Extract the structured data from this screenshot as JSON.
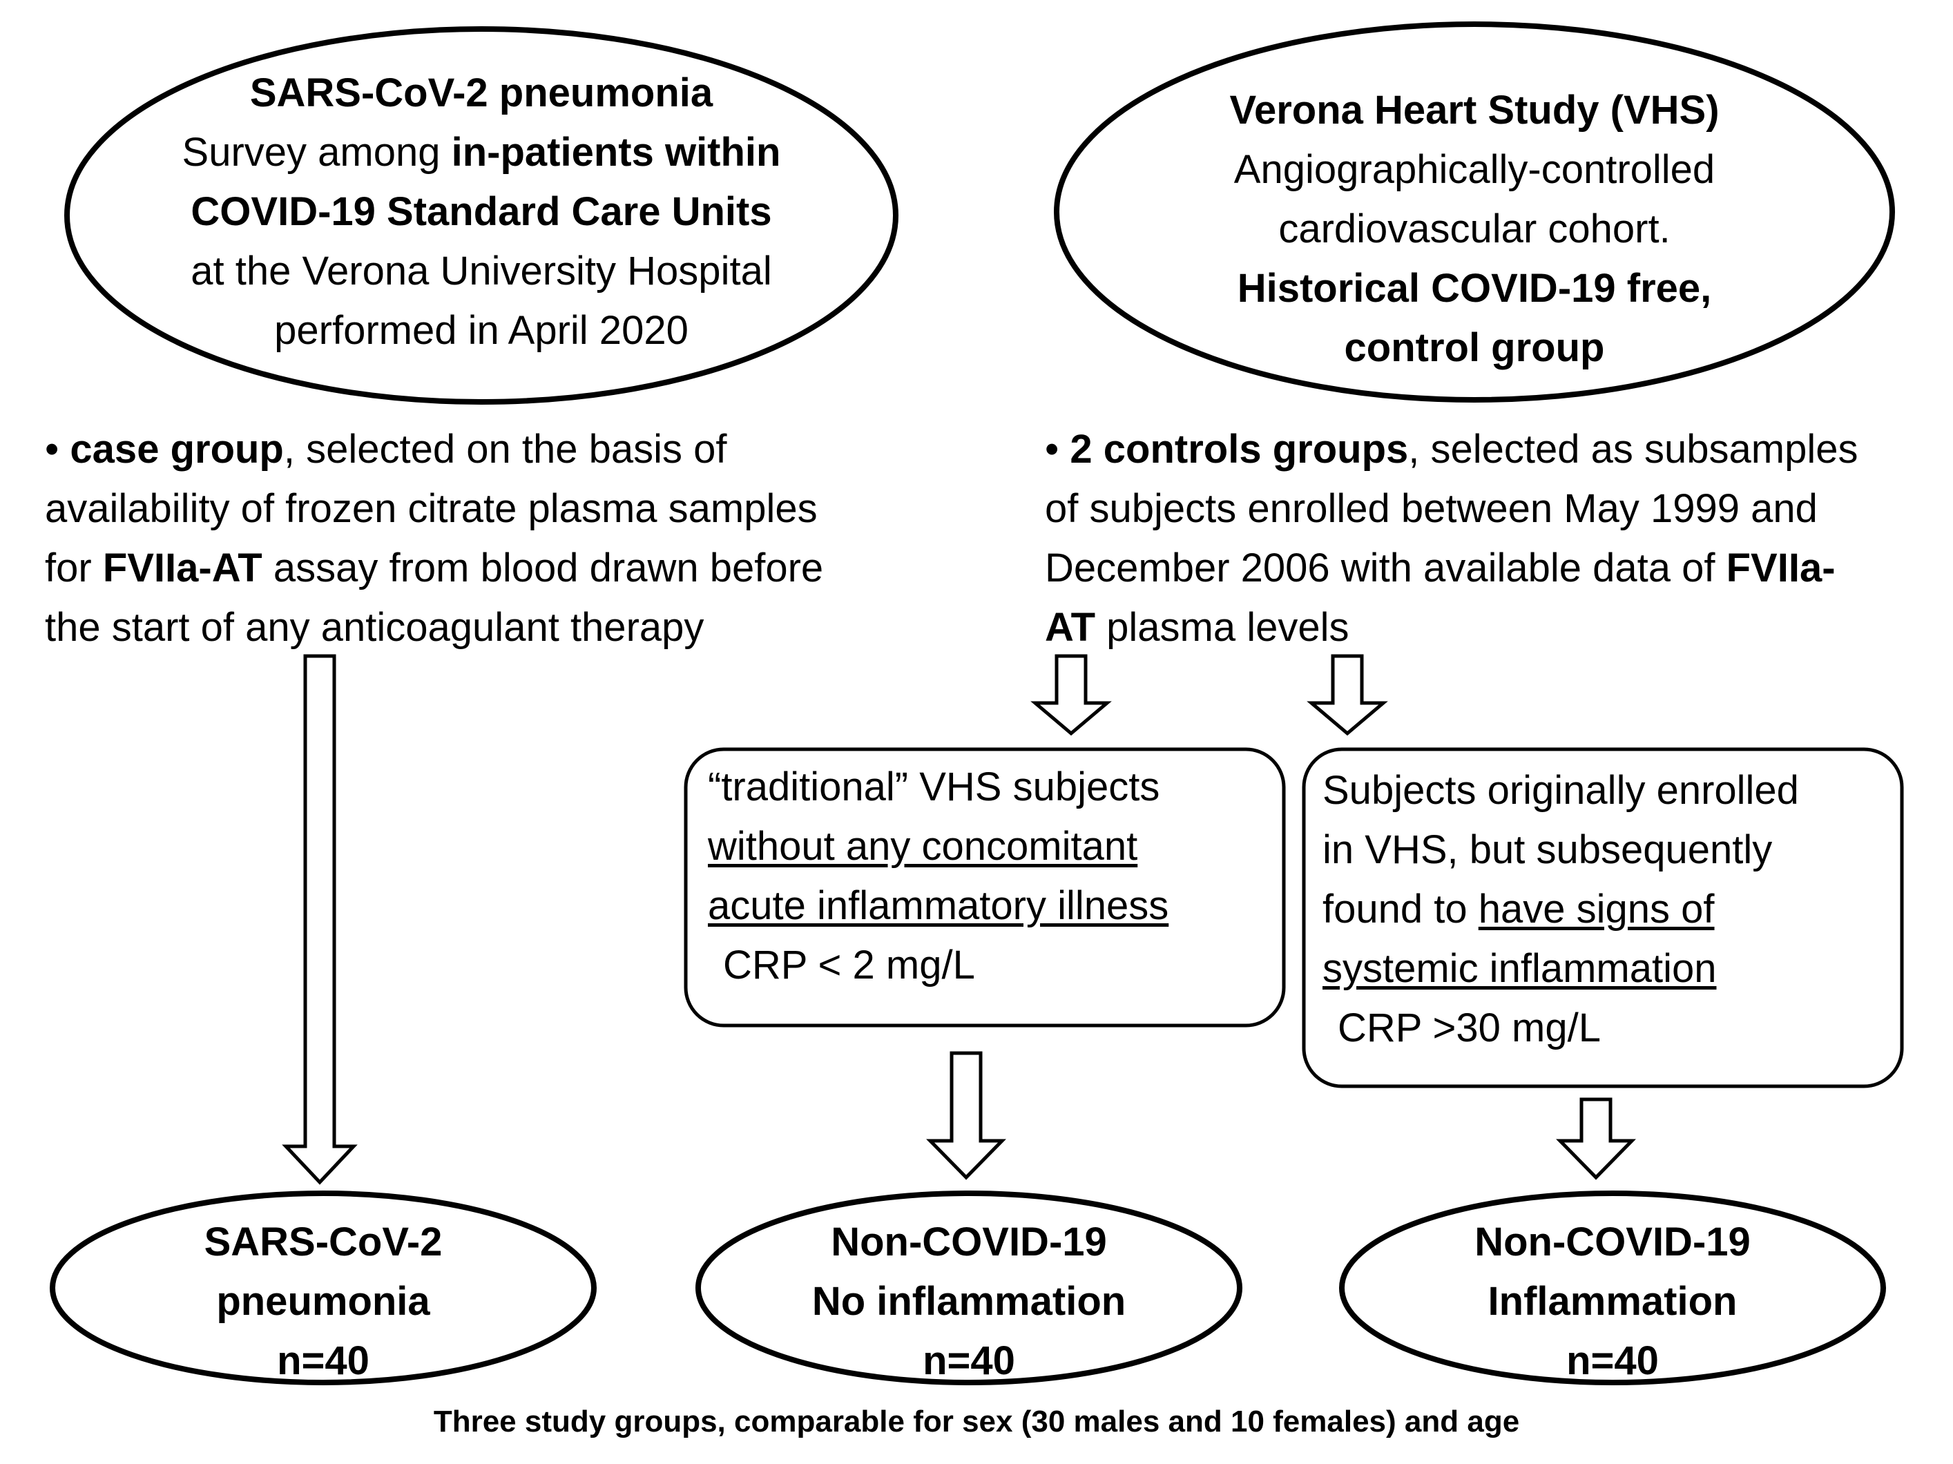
{
  "top_left": {
    "title": "SARS-CoV-2 pneumonia",
    "line2_prefix": "Survey among ",
    "line2_bold": "in-patients within",
    "line3_bold": "COVID-19 Standard Care Units",
    "line4": "at the Verona University Hospital",
    "line5": "performed in April 2020"
  },
  "top_right": {
    "title": "Verona Heart Study (VHS)",
    "line2": "Angiographically-controlled",
    "line3": "cardiovascular cohort.",
    "line4_bold": "Historical COVID-19 free,",
    "line5_bold": "control group"
  },
  "left_bullet": {
    "bullet": "• ",
    "bold1": "case group",
    "text1": ", selected on the basis of",
    "line2": "availability of frozen citrate plasma samples",
    "line3_prefix": "for ",
    "line3_bold": "FVIIa-AT",
    "line3_suffix": " assay from blood drawn before",
    "line4": "the start of any anticoagulant therapy"
  },
  "right_bullet": {
    "bullet": "• ",
    "bold1": "2 controls groups",
    "text1": ", selected as subsamples",
    "line2": "of subjects enrolled between May 1999 and",
    "line3_prefix": "December 2006 with available data of ",
    "line3_bold": "FVIIa-",
    "line4_bold": "AT",
    "line4_suffix": " plasma levels"
  },
  "box_no_inflammation": {
    "line1": "“traditional” VHS subjects",
    "line2_ul": "without any concomitant",
    "line3_ul": "acute inflammatory illness",
    "line4": "CRP < 2 mg/L"
  },
  "box_inflammation": {
    "line1": "Subjects originally enrolled",
    "line2": "in VHS, but subsequently",
    "line3_prefix": "found to ",
    "line3_ul": "have signs of",
    "line4_ul": "systemic inflammation",
    "line5": "CRP >30 mg/L"
  },
  "groups": [
    {
      "line1": "SARS-CoV-2",
      "line2": "pneumonia",
      "line3": "n=40"
    },
    {
      "line1": "Non-COVID-19",
      "line2": "No inflammation",
      "line3": "n=40"
    },
    {
      "line1": "Non-COVID-19",
      "line2": "Inflammation",
      "line3": "n=40"
    }
  ],
  "caption": "Three study groups, comparable for sex  (30 males and 10 females) and age"
}
